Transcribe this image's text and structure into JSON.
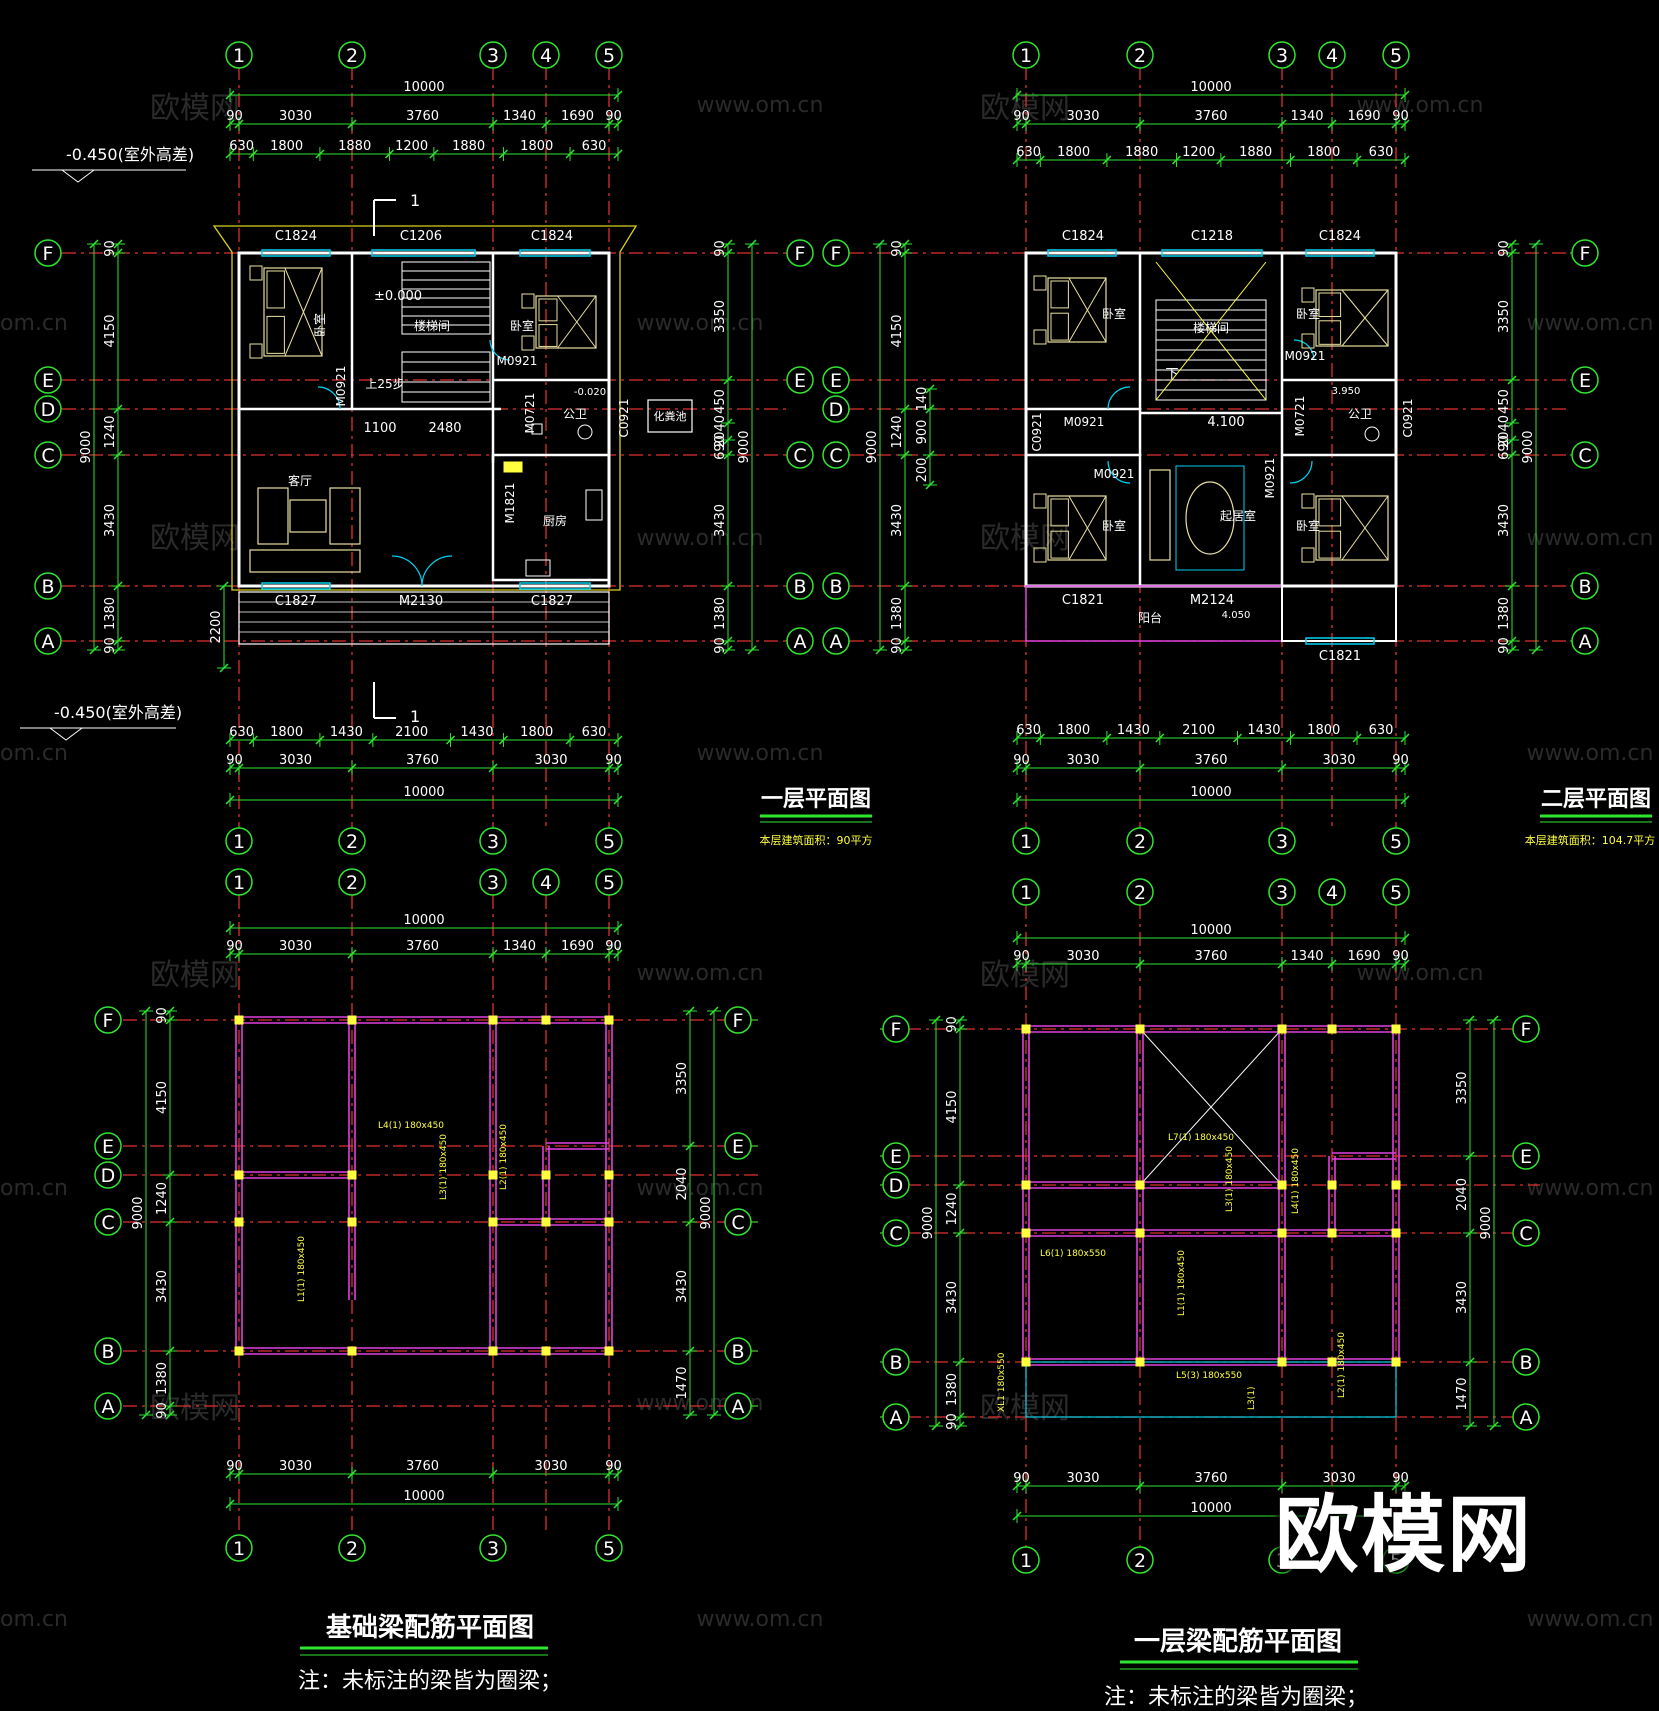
{
  "colors": {
    "background": "#000000",
    "dimension": "#2ee62e",
    "axis_bubble": "#2ee62e",
    "grid_line": "#e03030",
    "wall": "#ffffff",
    "beam": "#e040e0",
    "furniture": "#e8e0a0",
    "window": "#00d0f0",
    "label_yellow": "#ffff40",
    "boundary_yellow": "#d8d020",
    "dim_text": "#ffffff",
    "watermark": "#2a2a2a"
  },
  "axes": {
    "columns_full": [
      "1",
      "2",
      "3",
      "4",
      "5"
    ],
    "columns_bottom": [
      "1",
      "2",
      "3",
      "5"
    ],
    "rows_ground": [
      "F",
      "E",
      "D",
      "C",
      "B",
      "A"
    ],
    "rows_second": [
      "F",
      "E",
      "D",
      "C",
      "B",
      "A"
    ]
  },
  "dims": {
    "overall": "10000",
    "top_bays": [
      "90",
      "3030",
      "3760",
      "1340",
      "1690",
      "90"
    ],
    "top_openings": [
      "630",
      "1800",
      "1880",
      "1200",
      "1880",
      "1800",
      "630"
    ],
    "bottom_openings": [
      "630",
      "1800",
      "1430",
      "2100",
      "1430",
      "1800",
      "630"
    ],
    "bottom_bays": [
      "90",
      "3030",
      "3760",
      "3030",
      "90"
    ],
    "left_rows": [
      "90",
      "4150",
      "1240",
      "3430",
      "1380",
      "90"
    ],
    "left_total": "9000",
    "right_rows": [
      "90",
      "3350",
      "450",
      "2040",
      "690",
      "3430",
      "1380",
      "90"
    ],
    "right_total": "9000",
    "entry_depth": "2200",
    "stair_dims": [
      "1100",
      "2480"
    ],
    "beam_right_lower": "1470",
    "second_left_extra": [
      "140",
      "900",
      "200"
    ]
  },
  "floor1": {
    "title": "一层平面图",
    "area_note": "本层建筑面积：90平方",
    "elev_top": "-0.450(室外高差)",
    "elev_bottom": "-0.450(室外高差)",
    "section_mark": "1",
    "windows_top": [
      "C1824",
      "C1206",
      "C1824"
    ],
    "windows_bottom": [
      "C1827",
      "M2130",
      "C1827"
    ],
    "doors": [
      "M0921",
      "M0921",
      "M0721",
      "C0921",
      "M1821"
    ],
    "rooms": [
      "卧室",
      "楼梯间",
      "卧室",
      "客厅",
      "厨房",
      "公卫"
    ],
    "level_zero": "±0.000",
    "level_wc": "-0.020",
    "stair_up": "上25步",
    "side_label": "化粪池"
  },
  "floor2": {
    "title": "二层平面图",
    "area_note": "本层建筑面积：104.7平方",
    "windows_top": [
      "C1824",
      "C1218",
      "C1824"
    ],
    "windows_bottom": [
      "C1821",
      "M2124",
      "C1821"
    ],
    "doors": [
      "M0921",
      "M0921",
      "M0921",
      "M0921",
      "M0721",
      "C0921",
      "C0921"
    ],
    "rooms": [
      "卧室",
      "楼梯间",
      "卧室",
      "卧室",
      "起居室",
      "卧室",
      "公卫",
      "阳台"
    ],
    "level_hall": "4.100",
    "level_wc": "3.950",
    "level_balcony": "4.050",
    "stair_down": "下"
  },
  "beam1": {
    "title": "基础梁配筋平面图",
    "note": "注：未标注的梁皆为圈梁；",
    "labels": [
      "L4(1) 180x450",
      "L3(1) 180x450",
      "L2(1) 180x450",
      "L1(1) 180x450"
    ]
  },
  "beam2": {
    "title": "一层梁配筋平面图",
    "note": "注：未标注的梁皆为圈梁；",
    "labels": [
      "L7(1) 180x450",
      "L3(1) 180x450",
      "L4(1) 180x450",
      "L6(1) 180x550",
      "L1(1) 180x450",
      "L5(3) 180x550",
      "XL1 180x550",
      "L2(1) 180x450",
      "L3(1)"
    ]
  },
  "watermarks": {
    "cn": "欧模网",
    "url": "www.om.cn",
    "url_short": "om.cn",
    "brand": "欧模网"
  }
}
